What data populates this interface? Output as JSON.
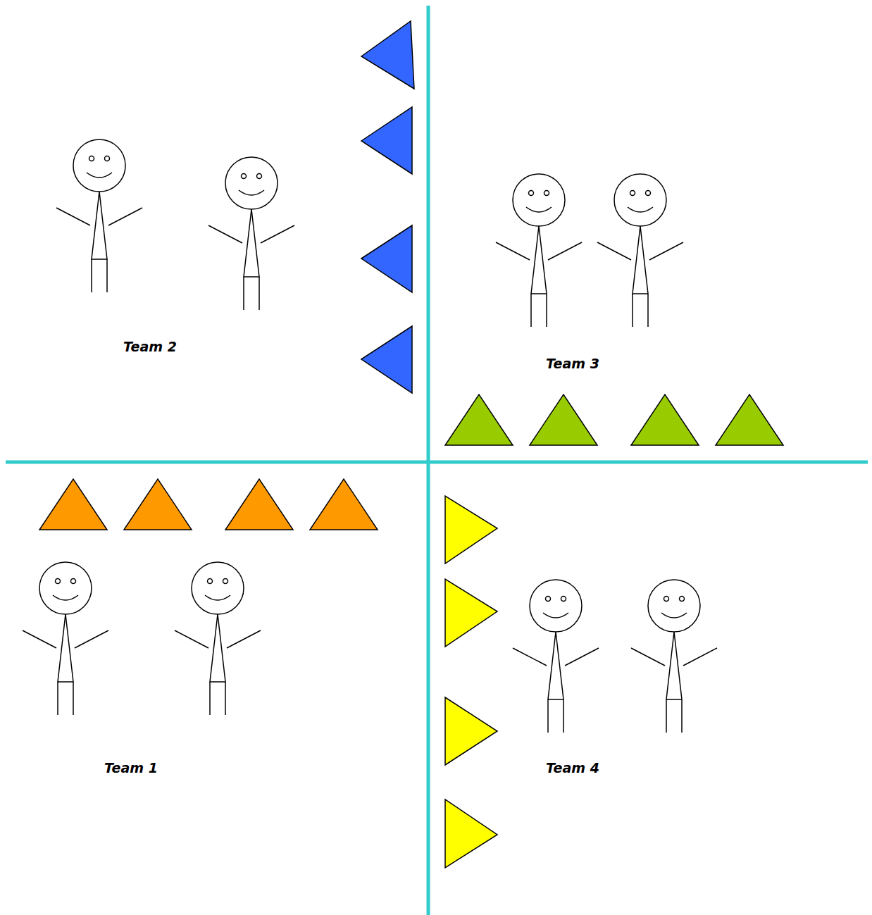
{
  "diagram": {
    "labels": [
      "Team 2",
      "Team 3",
      "Team 1",
      "Team 4"
    ]
  }
}
